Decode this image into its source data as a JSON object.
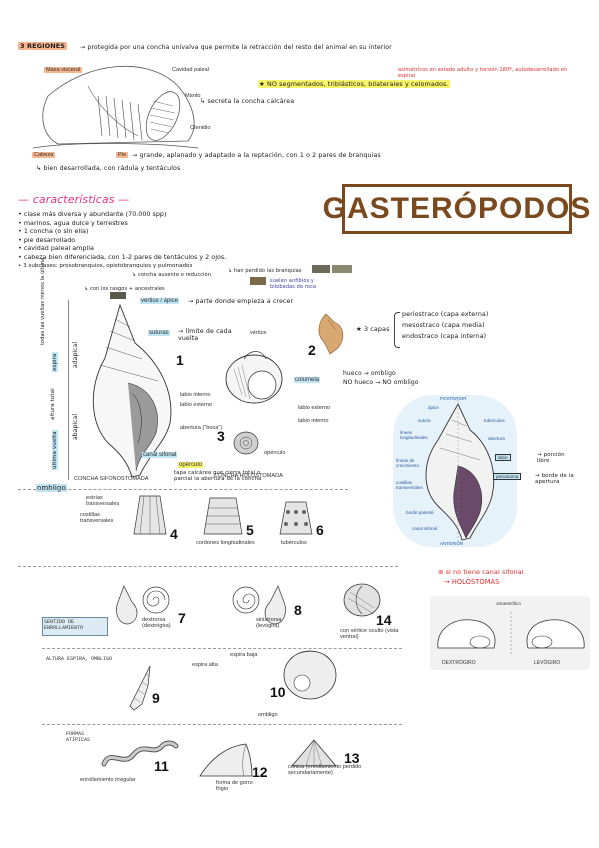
{
  "header": {
    "regions_title": "3 REGIONES",
    "regions_desc": "protegida por una concha univalva que permite la retracción del resto del animal en su interior",
    "masa_visceral": "Masa visceral",
    "cavidad_paleal": "Cavidad paleal",
    "manto": "Manto",
    "manto_desc": "↳ secreta la concha calcárea",
    "ctenidio": "Ctenidio",
    "cabeza": "Cabeza",
    "pie": "Pie",
    "pie_desc": "grande, aplanado y adaptado a la reptación, con 1 o 2 pares de branquias",
    "cabeza_desc": "bien desarrollada, con rádula y tentáculos",
    "asymmetric_note": "asimétricos en estado adulto y torsión 180º, autodesarrollado en espiral",
    "not_segmented": "NO segmentados, triblásticos, bilaterales y celomados."
  },
  "title": "GASTERÓPODOS",
  "features": {
    "heading": "características",
    "items": [
      "clase más diversa y abundante (70.000 spp)",
      "marinos, agua dulce y terrestres",
      "1 concha (o sin ella)",
      "pie desarrollado",
      "cavidad paleal amplia",
      "cabeza bien diferenciada, con 1-2 pares de tentáculos y 2 ojos.",
      "3 subclases: prosobranquios, opistobranquios y pulmonados"
    ],
    "note_concha_reduccion": "↳ concha ausente o reducción",
    "note_sin_branquias": "↳ han perdido las branquias",
    "note_con_rasgos": "con los rasgos + ancestrales",
    "note_suelen": "suelen anfíbios y bilobadas de roca"
  },
  "shell_main": {
    "vertice_apice": "vértice / ápice",
    "vertice_desc": "parte donde empieza a crecer",
    "suturas": "suturas",
    "suturas_desc": "límite de cada vuelta",
    "labio_interno": "labio interno",
    "labio_externo": "labio externo",
    "abertura": "abertura (\"boca\")",
    "canal_sifonal": "canal sifonal",
    "operculo": "opérculo",
    "operculo_desc": "tapa calcárea que cierra total o parcial la abertura de la concha",
    "sifonostomada": "CONCHA SIFONOSTOMADA",
    "holostomada": "CONCHA HOLOSTOMADA",
    "espira": "espira",
    "adapical": "adapical",
    "abapical": "abapical",
    "ultima_vuelta": "última vuelta",
    "altura_total": "altura total",
    "todas_vueltas": "todas las vueltas menos la última",
    "ombligo": "ombligo",
    "vertice2": "vértice",
    "columela": "columela",
    "labio_externo2": "labio externo",
    "labio_interno2": "labio interno",
    "operculo2": "opérculo",
    "hueco": "hueco → ombligo",
    "no_hueco": "NO hueco → NO ombligo",
    "tres_capas": "3 capas",
    "capa1": "periostraco (capa externa)",
    "capa2": "mesostraco (capa media)",
    "capa3": "endostraco (capa interna)"
  },
  "ornament": {
    "estrias": "estrías transversales",
    "costillas": "costillas transversales",
    "cordones": "cordones longitudinales",
    "tuberculos": "tubérculos"
  },
  "diagram_right": {
    "posterior": "POSTERIOR",
    "apice": "ápice",
    "sutura": "sutura",
    "lineas_long": "líneas longitudinales",
    "tuberculos": "tubérculos",
    "lineas_crec": "líneas de crecimiento",
    "abertura": "abertura",
    "costillas": "costillas transversales",
    "labio": "labio",
    "periostoma": "periostoma",
    "borde_parietal": "borde parietal",
    "canal_sifonal": "canal sifonal",
    "anterior": "ANTERIOR",
    "porcion_libre": "porción libre",
    "borde_abertura": "borde de la apertura"
  },
  "bottom": {
    "sentido": "SENTIDO DE ENROLLAMIENTO",
    "dextrorsa": "dextrorsa (dextrógira)",
    "sinistrorsa": "sinistrorsa (levógira)",
    "vertice_oculto": "con vértice oculto (vista ventral)",
    "altura_espira": "ALTURA ESPIRA, OMBLIGO",
    "espira_alta": "espira alta",
    "espira_baja": "espira baja",
    "ombligo": "ombligo",
    "formas": "FORMAS ATÍPICAS",
    "irregular": "enrollamiento irregular",
    "gorro": "forma de gorro frigio",
    "conica": "cónica (enrollamiento perdido secundariamente)",
    "no_canal": "si no tiene canal sifonal",
    "holostomas": "→ HOLÓSTOMAS",
    "ortoestrofico": "ortoestrófico",
    "dextrogiro": "DEXTRÓGIRO",
    "levogiro": "LEVÓGIRO"
  },
  "numbers": [
    "1",
    "2",
    "3",
    "4",
    "5",
    "6",
    "7",
    "8",
    "9",
    "10",
    "11",
    "12",
    "13",
    "14"
  ]
}
